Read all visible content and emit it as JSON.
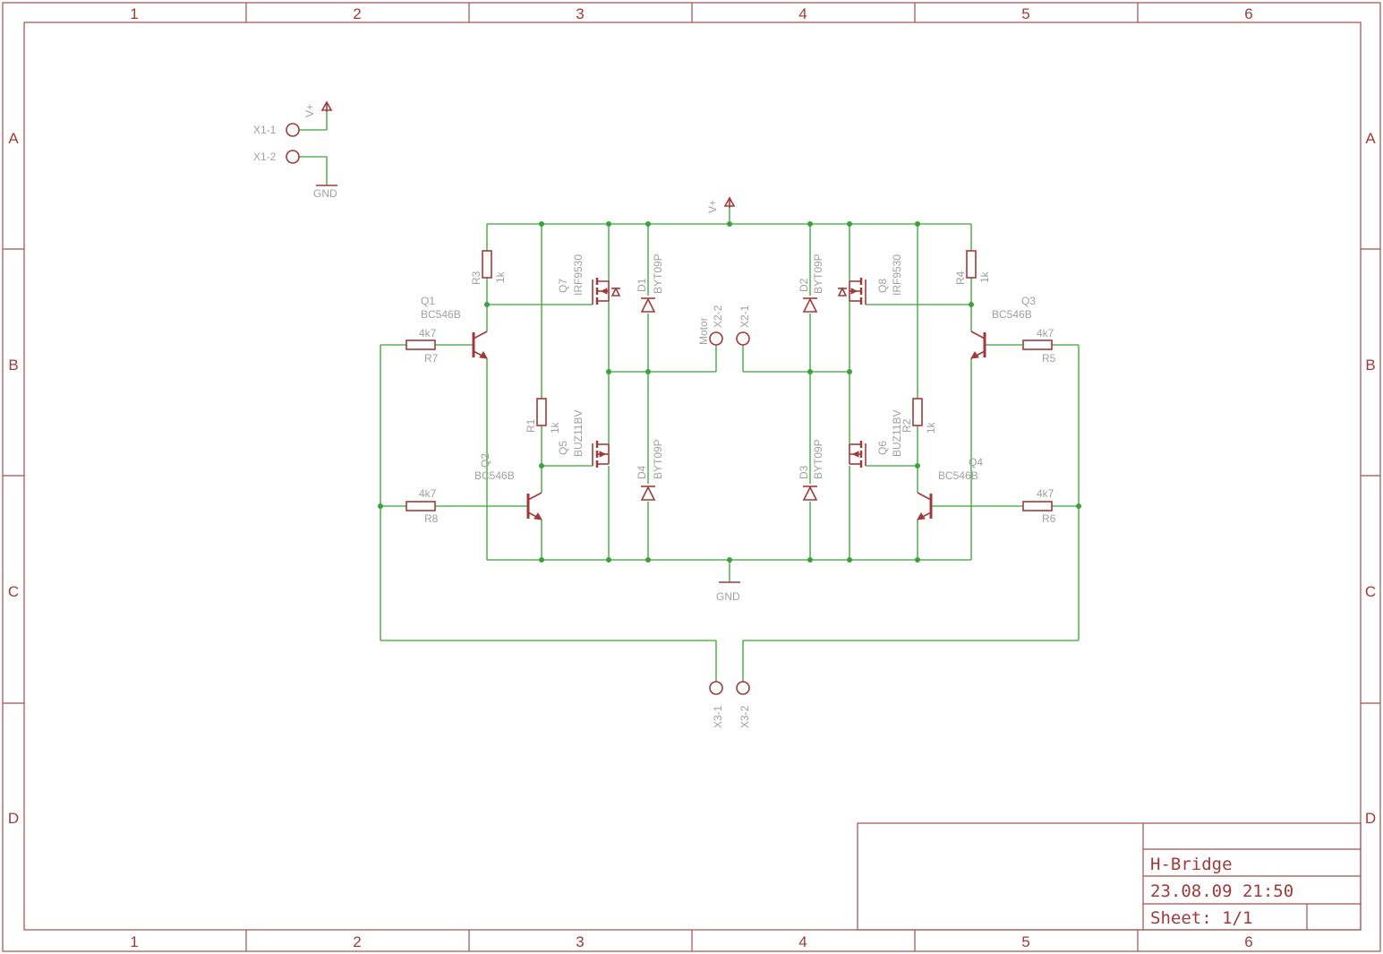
{
  "title_block": {
    "title": "H-Bridge",
    "date": "23.08.09 21:50",
    "sheet": "Sheet: 1/1"
  },
  "frame": {
    "columns": [
      "1",
      "2",
      "3",
      "4",
      "5",
      "6"
    ],
    "rows": [
      "A",
      "B",
      "C",
      "D"
    ]
  },
  "power": {
    "vplus": "V+",
    "gnd": "GND"
  },
  "connectors": {
    "x1_1": "X1-1",
    "x1_2": "X1-2",
    "x2_1": "X2-1",
    "x2_2": "X2-2",
    "motor": "Motor",
    "x3_1": "X3-1",
    "x3_2": "X3-2"
  },
  "components": {
    "r1": {
      "name": "R1",
      "value": "1k"
    },
    "r2": {
      "name": "R2",
      "value": "1k"
    },
    "r3": {
      "name": "R3",
      "value": "1k"
    },
    "r4": {
      "name": "R4",
      "value": "1k"
    },
    "r5": {
      "name": "R5",
      "value": "4k7"
    },
    "r6": {
      "name": "R6",
      "value": "4k7"
    },
    "r7": {
      "name": "R7",
      "value": "4k7"
    },
    "r8": {
      "name": "R8",
      "value": "4k7"
    },
    "q1": {
      "name": "Q1",
      "value": "BC546B"
    },
    "q2": {
      "name": "Q2",
      "value": "BC546B"
    },
    "q3": {
      "name": "Q3",
      "value": "BC546B"
    },
    "q4": {
      "name": "Q4",
      "value": "BC546B"
    },
    "q5": {
      "name": "Q5",
      "value": "BUZ11BV"
    },
    "q6": {
      "name": "Q6",
      "value": "BUZ11BV"
    },
    "q7": {
      "name": "Q7",
      "value": "IRF9530"
    },
    "q8": {
      "name": "Q8",
      "value": "IRF9530"
    },
    "d1": {
      "name": "D1",
      "value": "BYT09P"
    },
    "d2": {
      "name": "D2",
      "value": "BYT09P"
    },
    "d3": {
      "name": "D3",
      "value": "BYT09P"
    },
    "d4": {
      "name": "D4",
      "value": "BYT09P"
    }
  }
}
